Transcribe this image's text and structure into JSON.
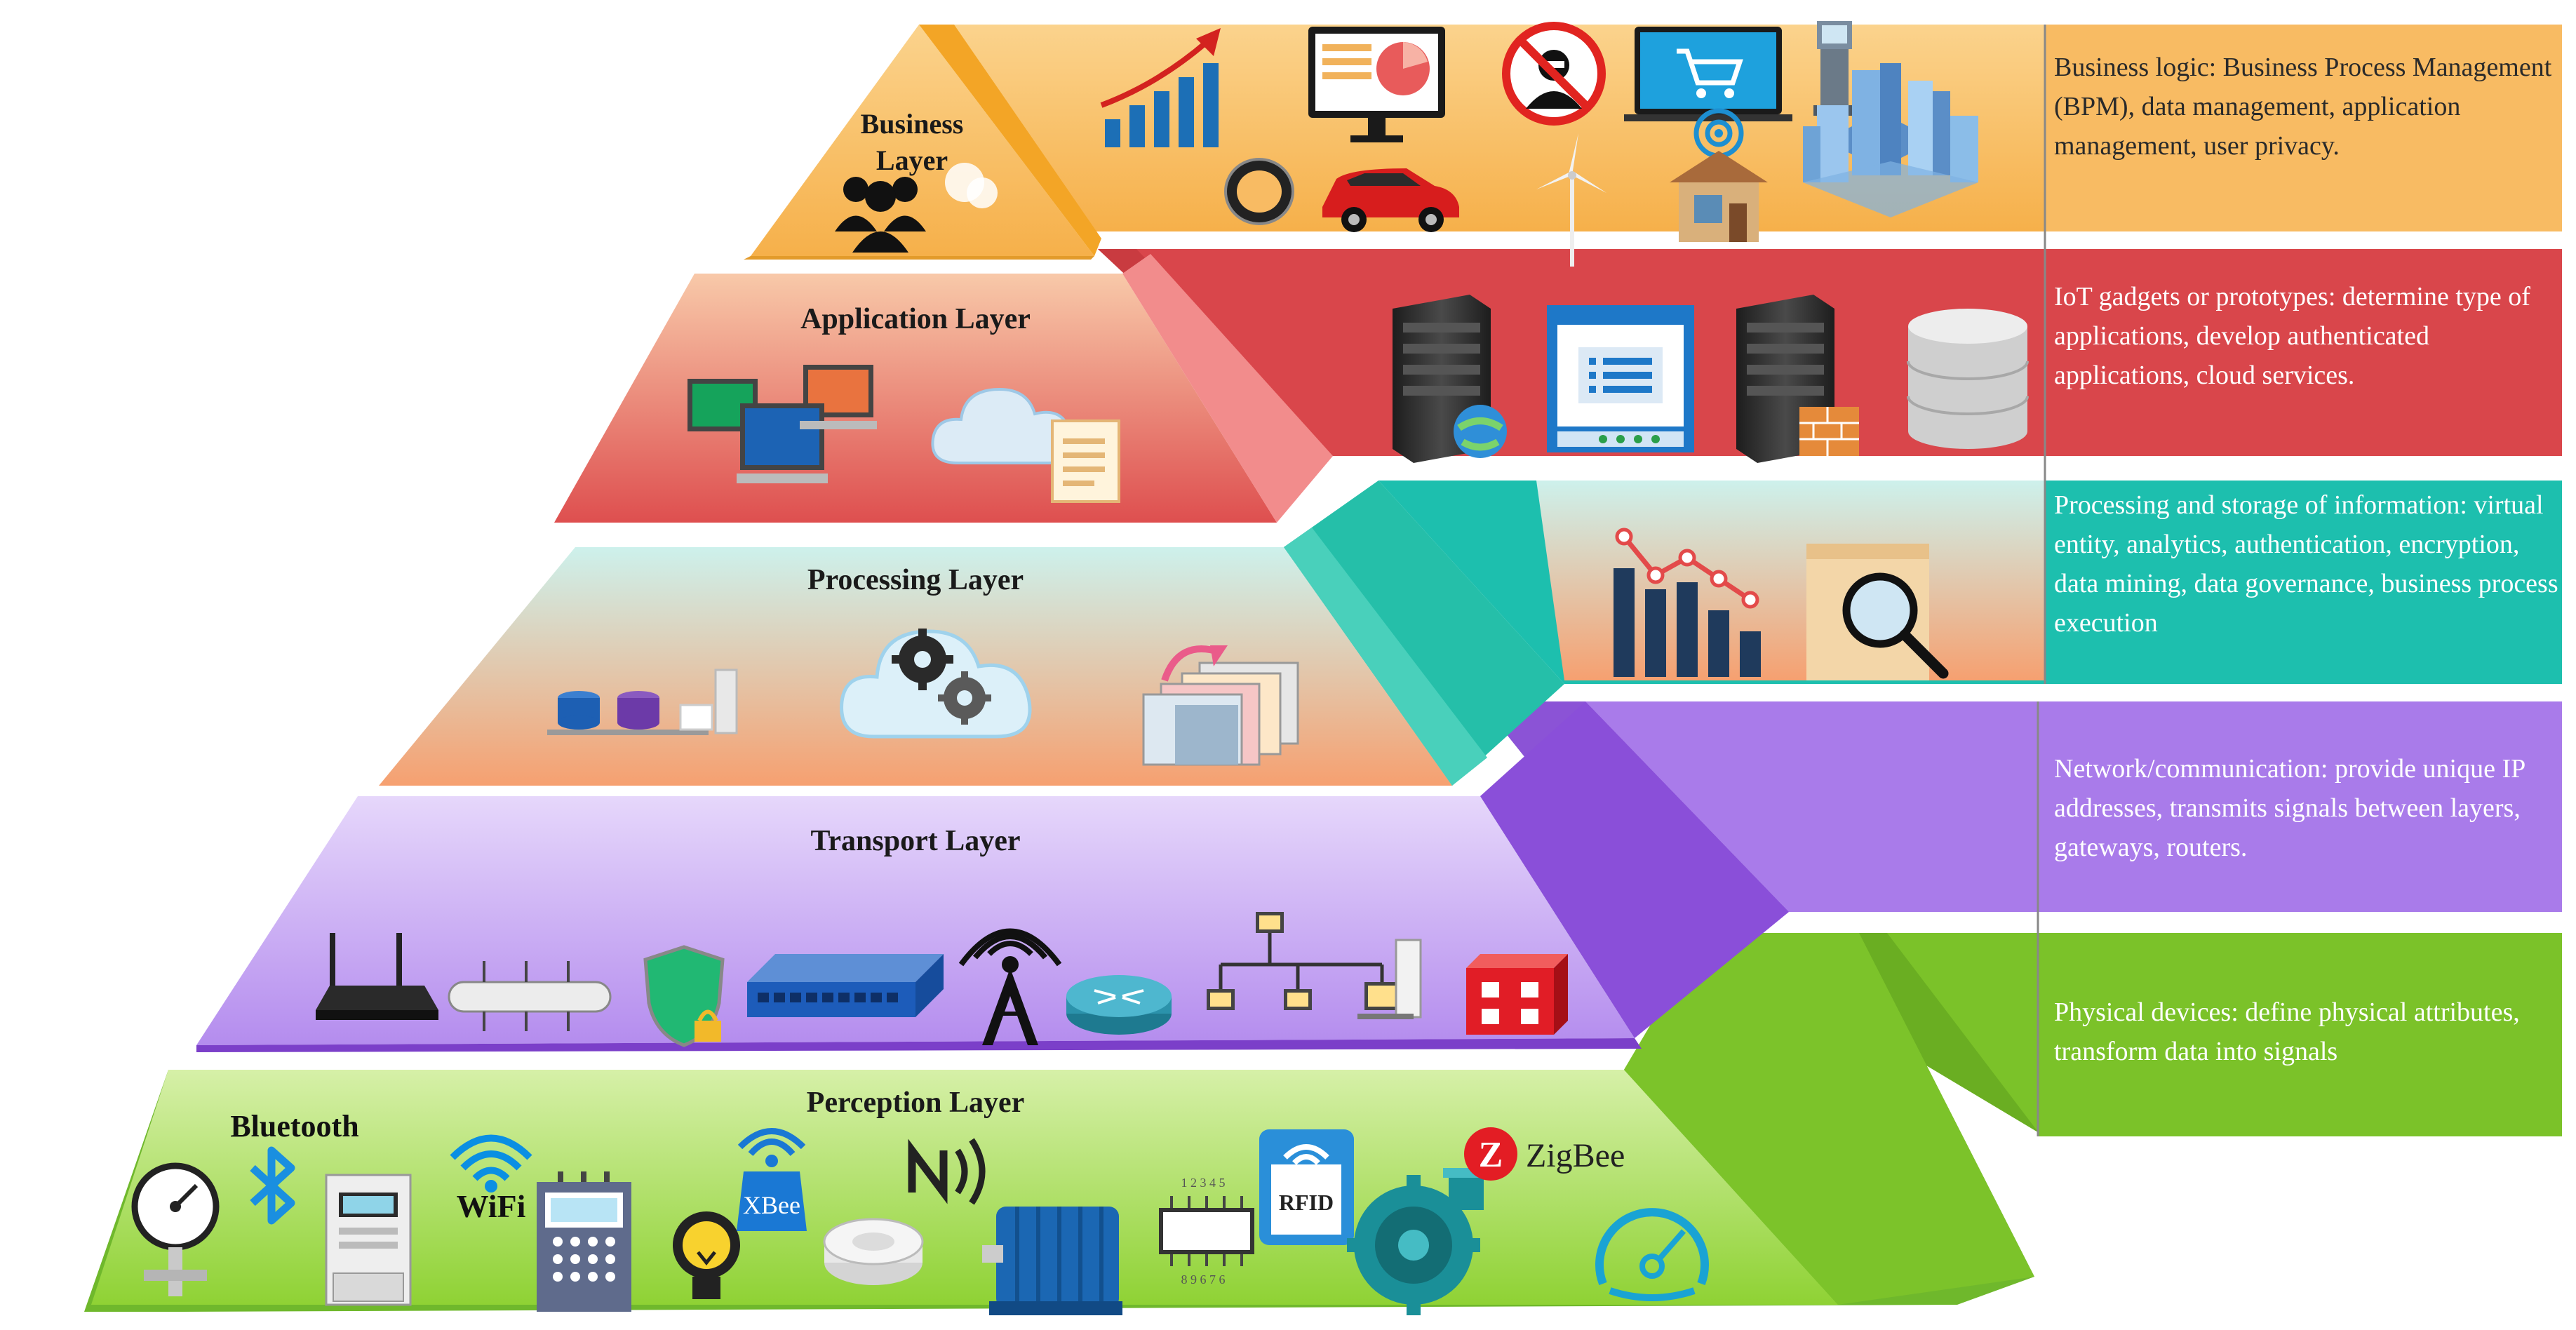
{
  "layers": [
    {
      "id": "business",
      "title_line1": "Business",
      "title_line2": "Layer",
      "description": "Business logic: Business Process Management (BPM), data management, application management, user privacy.",
      "color": "#f8bb63"
    },
    {
      "id": "application",
      "title": "Application Layer",
      "description": "IoT gadgets or prototypes: determine type of applications, develop authenticated applications, cloud services.",
      "color": "#d9464b"
    },
    {
      "id": "processing",
      "title": "Processing Layer",
      "description": "Processing and storage of information: virtual entity, analytics, authentication, encryption, data mining, data governance, business process execution",
      "color": "#1dbfae"
    },
    {
      "id": "transport",
      "title": "Transport Layer",
      "description": "Network/communication: provide unique IP addresses, transmits signals between layers, gateways, routers.",
      "color": "#a97bea"
    },
    {
      "id": "perception",
      "title": "Perception Layer",
      "description": "Physical devices: define physical attributes, transform data into signals",
      "color": "#82c62c"
    }
  ],
  "device_labels": {
    "bluetooth": "Bluetooth",
    "wifi": "WiFi",
    "xbee": "XBee",
    "rfid": "RFID",
    "zigbee": "ZigBee",
    "zigbee_logo": "Z",
    "chip_top": "1 2 3 4 5",
    "chip_bottom": "8 9 6 7 6"
  },
  "icons": {
    "business": [
      "people-icon",
      "growth-chart-icon",
      "monitor-chart-icon",
      "privacy-icon",
      "shopping-cart-icon",
      "kiosk-icon",
      "smart-ring-icon",
      "car-icon",
      "wind-turbine-icon",
      "smart-home-icon",
      "city-buildings-icon"
    ],
    "application": [
      "computers-icon",
      "cloud-document-icon",
      "web-server-icon",
      "browser-window-icon",
      "firewall-server-icon",
      "database-icon"
    ],
    "processing": [
      "database-network-icon",
      "cloud-gears-icon",
      "files-sync-icon",
      "analytics-chart-icon",
      "search-box-icon"
    ],
    "transport": [
      "wireless-router-icon",
      "hub-icon",
      "security-shield-icon",
      "network-switch-icon",
      "radio-tower-icon",
      "router-icon",
      "network-topology-icon",
      "switch-module-icon"
    ],
    "perception": [
      "pressure-gauge-icon",
      "bluetooth-icon",
      "electric-meter-icon",
      "wifi-icon",
      "smart-meter-icon",
      "light-bulb-icon",
      "xbee-icon",
      "smoke-detector-icon",
      "nfc-icon",
      "motor-icon",
      "chip-icon",
      "rfid-icon",
      "pump-icon",
      "zigbee-icon",
      "speedometer-icon"
    ]
  }
}
